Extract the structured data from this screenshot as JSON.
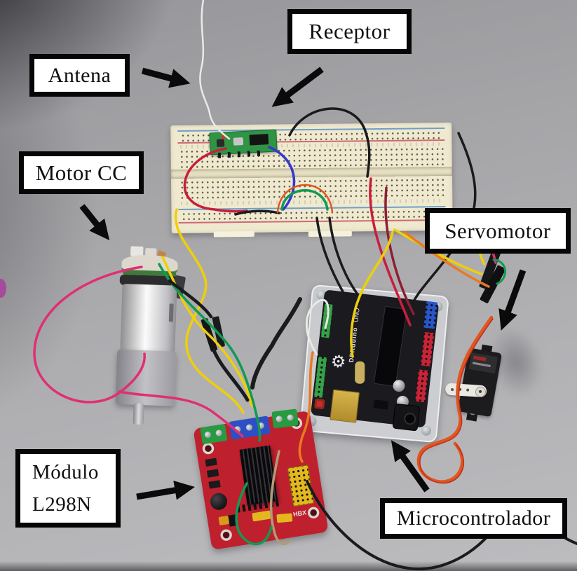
{
  "callouts": {
    "antena": "Antena",
    "receptor": "Receptor",
    "motor_cc": "Motor CC",
    "servomotor": "Servomotor",
    "modulo_line1": "Módulo",
    "modulo_line2": "L298N",
    "microcontrolador": "Microcontrolador"
  },
  "arduino": {
    "brand_text": "DFRduino",
    "model_text": "UNO"
  },
  "l298n": {
    "marking": "HBX"
  },
  "icons": {
    "gear": "⚙"
  },
  "colors": {
    "background": "#a9a9ac",
    "label_bg": "#ffffff",
    "label_border": "#060606",
    "arrow": "#0a0a0a",
    "breadboard": "#efe9d0",
    "pcb_red": "#bf202e",
    "pcb_black": "#1a1a1f",
    "receiver_green": "#2f9444",
    "wire_white": "#e9e9e5",
    "wire_red": "#c81e3a",
    "wire_dark_red": "#8e1f33",
    "wire_blue": "#3538cf",
    "wire_black": "#1b1b1d",
    "wire_green": "#129a52",
    "wire_yellow": "#efcf08",
    "wire_orange": "#e87a20",
    "wire_servo_orange": "#e0561e",
    "wire_servo_inner": "#c03020",
    "wire_pink": "#e02f72",
    "wire_tan": "#b49a76"
  }
}
